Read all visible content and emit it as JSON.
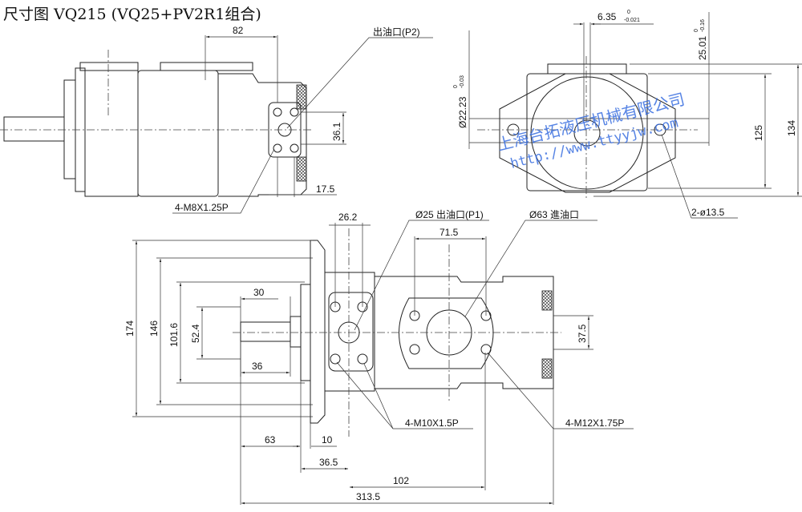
{
  "title": "尺寸图 VQ215 (VQ25+PV2R1组合)",
  "side_view": {
    "dim_length": "82",
    "dim_port_spacing": "36.1",
    "dim_port_offset": "17.5",
    "label_outlet": "出油口(P2)",
    "label_thread": "4-M8X1.25P"
  },
  "end_view": {
    "dim_key": "6.35",
    "dim_key_tol_upper": "0",
    "dim_key_tol_lower": "-0.021",
    "dim_key_height": "25.01",
    "dim_key_height_tol_upper": "0",
    "dim_key_height_tol_lower": "-0.16",
    "dim_shaft": "Ø22.23",
    "dim_shaft_tol_upper": "0",
    "dim_shaft_tol_lower": "-0.03",
    "dim_mount_spacing": "125",
    "dim_height": "134",
    "label_holes": "2-ø13.5"
  },
  "top_view": {
    "dim_26_2": "26.2",
    "dim_71_5": "71.5",
    "dim_30": "30",
    "dim_36": "36",
    "dim_174": "174",
    "dim_146": "146",
    "dim_101_6": "101.6",
    "dim_52_4": "52.4",
    "dim_37_5": "37.5",
    "dim_63": "63",
    "dim_10": "10",
    "dim_36_5": "36.5",
    "dim_102": "102",
    "dim_313_5": "313.5",
    "label_outlet_p1": "Ø25 出油口(P1)",
    "label_inlet": "Ø63 進油口",
    "label_thread_m10": "4-M10X1.5P",
    "label_thread_m12": "4-M12X1.75P"
  },
  "watermark": {
    "company": "上海台拓液压机械有限公司",
    "url": "http://www.ttyyjw.com"
  }
}
